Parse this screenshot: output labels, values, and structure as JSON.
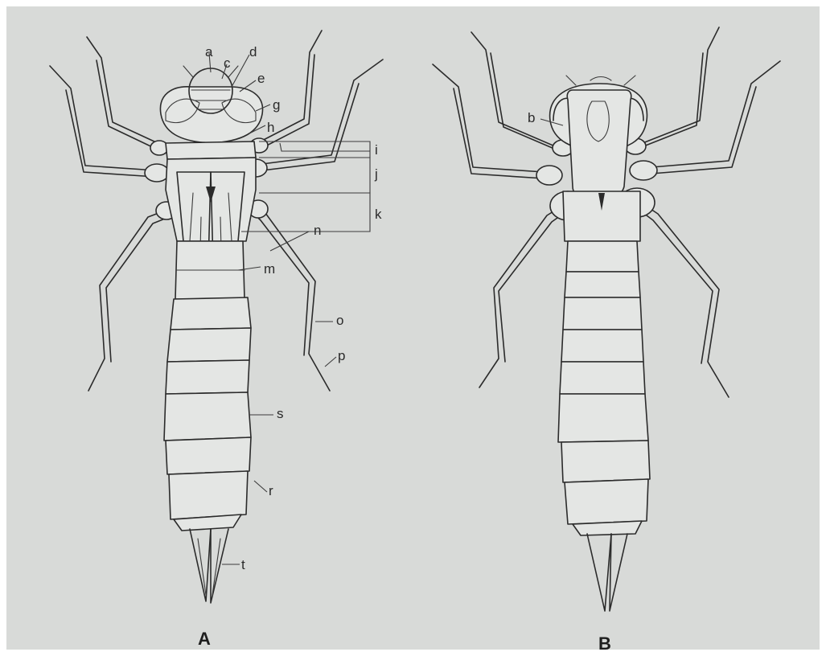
{
  "colors": {
    "paper": "#d8dad8",
    "ink": "#2b2b2b",
    "body_fill": "#e4e6e4"
  },
  "figure": {
    "panels": [
      {
        "id": "A",
        "label": "A"
      },
      {
        "id": "B",
        "label": "B"
      }
    ],
    "part_labels": {
      "a": "a",
      "b": "b",
      "c": "c",
      "d": "d",
      "e": "e",
      "g": "g",
      "h": "h",
      "i": "i",
      "j": "j",
      "k": "k",
      "m": "m",
      "n": "n",
      "o": "o",
      "p": "p",
      "r": "r",
      "s": "s",
      "t": "t"
    }
  }
}
